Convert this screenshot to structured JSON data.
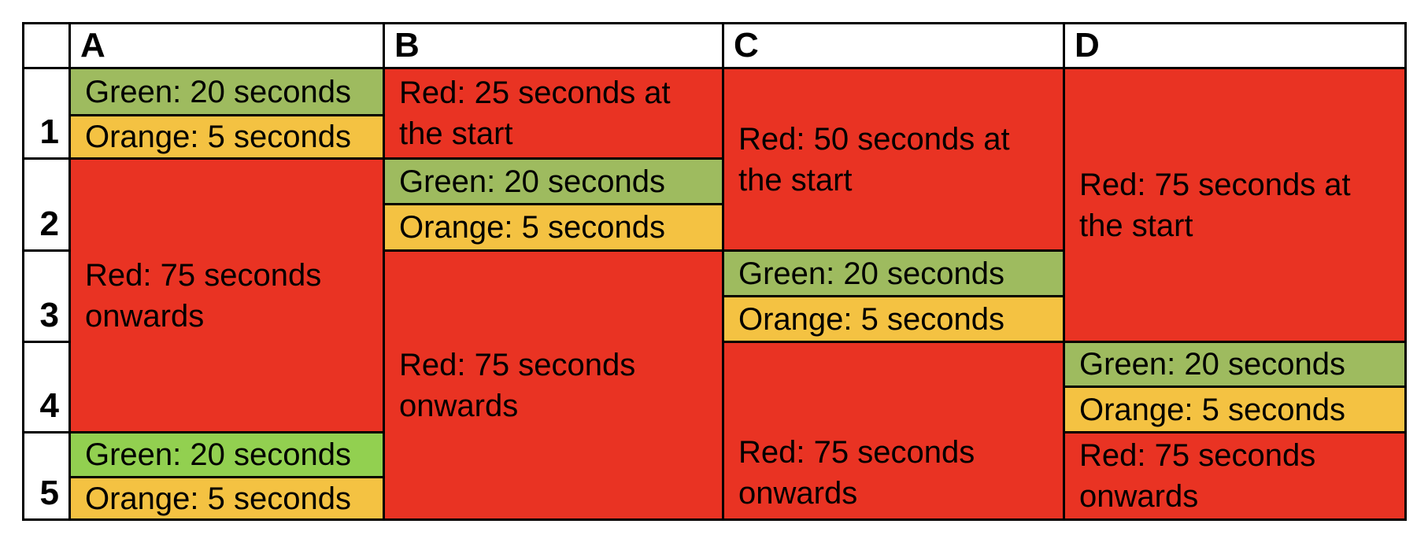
{
  "colors": {
    "red": "#E93323",
    "green": "#9EBB5F",
    "green_bright": "#92D050",
    "orange": "#F4C242",
    "border": "#000000",
    "page_background": "#FFFFFF"
  },
  "table": {
    "corner_label": "",
    "column_headers": [
      "A",
      "B",
      "C",
      "D"
    ],
    "row_labels": [
      "1",
      "2",
      "3",
      "4",
      "5"
    ],
    "columns": {
      "A": {
        "phases": [
          {
            "color": "green",
            "label": "Green: 20 seconds"
          },
          {
            "color": "orange",
            "label": "Orange: 5 seconds"
          },
          {
            "color": "red",
            "label": "Red: 75 seconds onwards"
          },
          {
            "color": "green_bright",
            "label": "Green: 20 seconds"
          },
          {
            "color": "orange",
            "label": "Orange: 5 seconds"
          }
        ]
      },
      "B": {
        "phases": [
          {
            "color": "red",
            "label": "Red: 25 seconds at the start"
          },
          {
            "color": "green",
            "label": "Green: 20 seconds"
          },
          {
            "color": "orange",
            "label": "Orange: 5 seconds"
          },
          {
            "color": "red",
            "label": "Red: 75 seconds onwards"
          }
        ]
      },
      "C": {
        "phases": [
          {
            "color": "red",
            "label": "Red: 50 seconds at the start"
          },
          {
            "color": "green",
            "label": "Green: 20 seconds"
          },
          {
            "color": "orange",
            "label": "Orange: 5 seconds"
          },
          {
            "color": "red",
            "label": "Red: 75 seconds onwards"
          }
        ]
      },
      "D": {
        "phases": [
          {
            "color": "red",
            "label": "Red: 75 seconds at the start"
          },
          {
            "color": "green",
            "label": "Green: 20 seconds"
          },
          {
            "color": "orange",
            "label": "Orange: 5 seconds"
          },
          {
            "color": "red",
            "label": "Red: 75 seconds onwards"
          }
        ]
      }
    }
  }
}
